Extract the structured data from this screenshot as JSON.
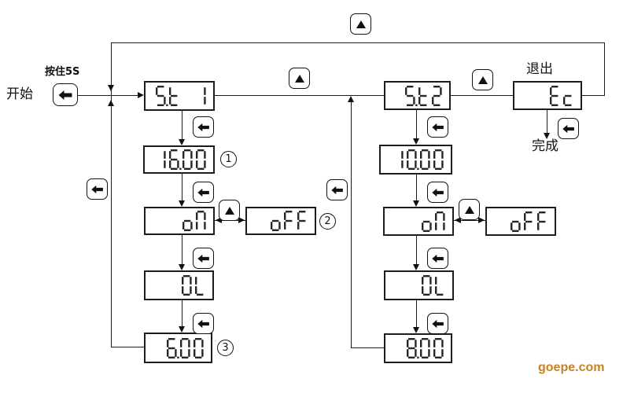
{
  "labels": {
    "start": "开始",
    "hold_5s": "按住5S",
    "exit": "退出",
    "done": "完成"
  },
  "displays": {
    "st1": "S.t 1",
    "time_on_1": "16.00",
    "on_1": "  on",
    "off_1": " oFF",
    "ol_1": "  OL",
    "time_off_1": " 6.00",
    "st2": " S.t2",
    "time_on_2": "10.00",
    "on_2": "  on",
    "off_2": " oFF",
    "ol_2": "  OL",
    "time_off_2": " 8.00",
    "ec": "  Ec"
  },
  "notes": {
    "n1": "1",
    "n2": "2",
    "n3": "3"
  },
  "icons": {
    "set_key": "left-arrow-icon",
    "up_key": "up-triangle-icon"
  },
  "colors": {
    "line": "#1c1c1c",
    "watermark": "#C8821E"
  },
  "watermark": "goepe.com"
}
